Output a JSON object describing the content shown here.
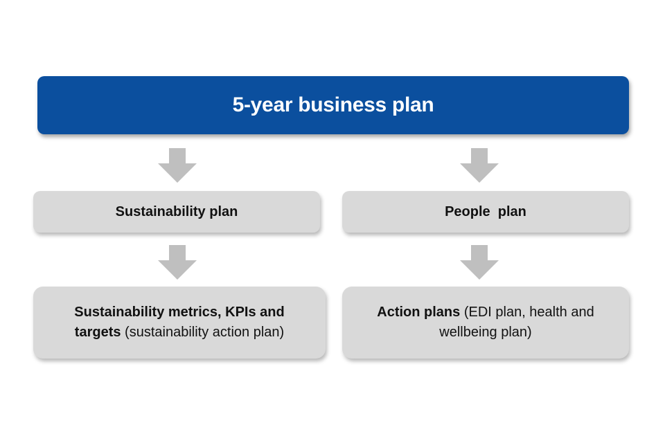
{
  "top": {
    "label": "5-year business plan"
  },
  "left": {
    "plan": "Sustainability plan",
    "detail_bold": "Sustainability metrics, KPIs and targets",
    "detail_rest": " (sustainability action plan)"
  },
  "right": {
    "plan": "People  plan",
    "detail_bold": "Action plans",
    "detail_rest": " (EDI plan, health and wellbeing plan)"
  },
  "colors": {
    "top_fill": "#0b4f9e",
    "box_fill": "#d9d9d9",
    "arrow_fill": "#bfbfbf"
  }
}
